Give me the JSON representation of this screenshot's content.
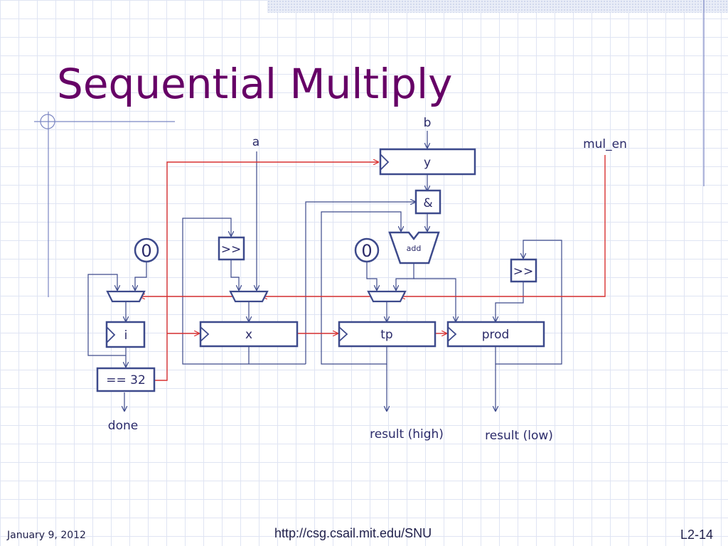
{
  "slide": {
    "title": "Sequential Multiply",
    "footer_date": "January 9, 2012",
    "footer_url": "http://csg.csail.mit.edu/SNU",
    "page_number": "L2-14"
  },
  "diagram": {
    "inputs": {
      "a": "a",
      "b": "b",
      "mul_en": "mul_en",
      "zero_i": "0",
      "zero_tp": "0"
    },
    "registers": {
      "y": "y",
      "i": "i",
      "x": "x",
      "tp": "tp",
      "prod": "prod"
    },
    "operators": {
      "and": "&",
      "add": "add",
      "shift_x": ">>",
      "shift_prod": ">>",
      "compare": "== 32"
    },
    "outputs": {
      "done": "done",
      "result_high": "result (high)",
      "result_low": "result (low)"
    },
    "colors": {
      "wire": "#3d4a8c",
      "enable_wire": "#d93030",
      "block_stroke": "#3d4a8c",
      "title": "#660066"
    }
  }
}
